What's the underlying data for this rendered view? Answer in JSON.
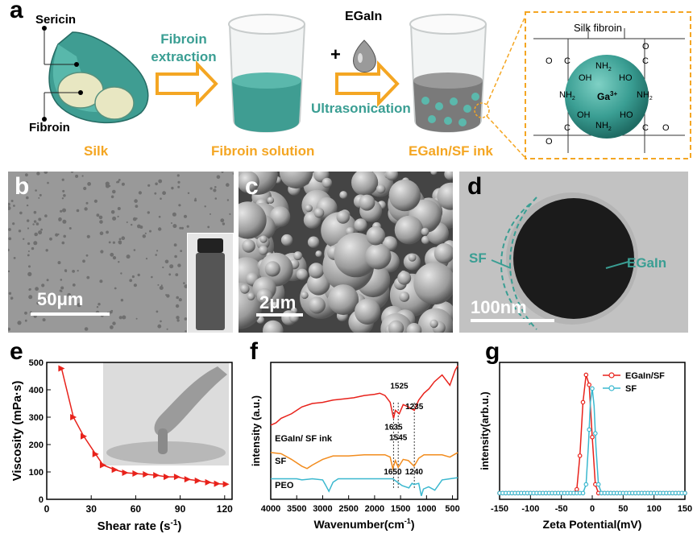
{
  "panel_a": {
    "letter": "a",
    "sericin": "Sericin",
    "fibroin": "Fibroin",
    "silk": "Silk",
    "arrow1_label_line1": "Fibroin",
    "arrow1_label_line2": "extraction",
    "fibroin_solution": "Fibroin solution",
    "egain": "EGaIn",
    "plus": "+",
    "ultrasonication": "Ultrasonication",
    "ink": "EGaIn/SF ink",
    "inset_title": "Silk fibroin",
    "ga_label": "Ga",
    "ga_sup": "3+",
    "chem": {
      "nh2": "NH",
      "oh": "OH",
      "ho": "HO",
      "c": "C",
      "o": "O"
    },
    "colors": {
      "orange": "#f4a623",
      "teal": "#3a9e93"
    }
  },
  "panel_b": {
    "letter": "b",
    "scale": "50μm"
  },
  "panel_c": {
    "letter": "c",
    "scale": "2μm"
  },
  "panel_d": {
    "letter": "d",
    "scale": "100nm",
    "label_sf": "SF",
    "label_egain": "EGaIn"
  },
  "panel_e": {
    "letter": "e"
  },
  "panel_f": {
    "letter": "f"
  },
  "panel_g": {
    "letter": "g"
  },
  "chart_data": [
    {
      "panel": "e",
      "type": "line",
      "xlabel": "Shear rate (s",
      "xlabel_sup": "-1",
      "xlabel_end": ")",
      "ylabel": "Viscosity (mPa·s)",
      "xlim": [
        0,
        125
      ],
      "ylim": [
        0,
        500
      ],
      "xticks": [
        0,
        30,
        60,
        90,
        120
      ],
      "yticks": [
        0,
        100,
        200,
        300,
        400,
        500
      ],
      "color": "#e8221b",
      "x": [
        10,
        18,
        25,
        33,
        38,
        46,
        53,
        60,
        67,
        74,
        81,
        88,
        95,
        102,
        109,
        115,
        121
      ],
      "y": [
        478,
        300,
        230,
        165,
        125,
        108,
        97,
        94,
        91,
        88,
        82,
        82,
        73,
        68,
        62,
        57,
        55
      ]
    },
    {
      "panel": "f",
      "type": "line",
      "xlabel": "Wavenumber(cm",
      "xlabel_sup": "-1",
      "xlabel_end": ")",
      "ylabel": "intensity (a.u.)",
      "xlim": [
        4000,
        400
      ],
      "xticks": [
        4000,
        3500,
        3000,
        2500,
        2000,
        1500,
        1000,
        500
      ],
      "series": [
        {
          "name": "EGaIn/ SF ink",
          "color": "#e8221b",
          "x": [
            4000,
            3900,
            3800,
            3600,
            3400,
            3200,
            3000,
            2800,
            2600,
            2400,
            2200,
            2000,
            1900,
            1800,
            1700,
            1635,
            1600,
            1525,
            1450,
            1350,
            1235,
            1150,
            1050,
            950,
            850,
            700,
            550,
            450,
            400
          ],
          "y": [
            0.6,
            0.62,
            0.66,
            0.7,
            0.76,
            0.79,
            0.8,
            0.82,
            0.83,
            0.84,
            0.86,
            0.87,
            0.88,
            0.86,
            0.8,
            0.66,
            0.73,
            0.7,
            0.78,
            0.76,
            0.73,
            0.82,
            0.88,
            0.92,
            0.98,
            1.04,
            0.95,
            1.08,
            1.12
          ]
        },
        {
          "name": "SF",
          "color": "#f28c1e",
          "x": [
            4000,
            3800,
            3600,
            3400,
            3300,
            3200,
            3000,
            2800,
            2500,
            2200,
            2000,
            1800,
            1700,
            1650,
            1600,
            1545,
            1450,
            1350,
            1240,
            1150,
            1050,
            900,
            700,
            550,
            400
          ],
          "y": [
            0.36,
            0.35,
            0.3,
            0.24,
            0.22,
            0.25,
            0.3,
            0.33,
            0.33,
            0.34,
            0.34,
            0.34,
            0.32,
            0.22,
            0.29,
            0.23,
            0.3,
            0.29,
            0.24,
            0.31,
            0.34,
            0.34,
            0.34,
            0.32,
            0.36
          ]
        },
        {
          "name": "PEO",
          "color": "#3bb8cf",
          "x": [
            4000,
            3800,
            3500,
            3400,
            3200,
            3000,
            2950,
            2880,
            2800,
            2700,
            2500,
            2200,
            2000,
            1800,
            1650,
            1470,
            1340,
            1280,
            1240,
            1150,
            1100,
            1060,
            960,
            840,
            700,
            550,
            400
          ],
          "y": [
            0.13,
            0.13,
            0.13,
            0.12,
            0.13,
            0.12,
            0.08,
            0.02,
            0.1,
            0.13,
            0.13,
            0.13,
            0.13,
            0.13,
            0.13,
            0.07,
            0.05,
            0.09,
            0.08,
            0.09,
            -0.02,
            0.04,
            0.06,
            0.03,
            0.12,
            0.13,
            0.14
          ]
        }
      ],
      "annotations": [
        {
          "text": "1525",
          "x": 1525,
          "y": 0.92
        },
        {
          "text": "1635",
          "x": 1635,
          "y": 0.56
        },
        {
          "text": "1235",
          "x": 1235,
          "y": 0.74
        },
        {
          "text": "1545",
          "x": 1545,
          "y": 0.47
        },
        {
          "text": "1650",
          "x": 1650,
          "y": 0.17
        },
        {
          "text": "1240",
          "x": 1240,
          "y": 0.17
        }
      ],
      "series_labels": [
        {
          "text": "EGaIn/ SF ink",
          "x": 3920,
          "y": 0.46
        },
        {
          "text": "SF",
          "x": 3920,
          "y": 0.26
        },
        {
          "text": "PEO",
          "x": 3920,
          "y": 0.05
        }
      ]
    },
    {
      "panel": "g",
      "type": "line",
      "xlabel": "Zeta Potential(mV)",
      "ylabel": "intensity(arb.u.)",
      "xlim": [
        -150,
        150
      ],
      "ylim": [
        0,
        1.1
      ],
      "xticks": [
        -150,
        -100,
        -50,
        0,
        50,
        100,
        150
      ],
      "legend": "top-right",
      "series": [
        {
          "name": "EGaIn/SF",
          "color": "#e8221b",
          "x": [
            -150,
            -30,
            -25,
            -20,
            -15,
            -10,
            -5,
            0,
            5,
            10,
            150
          ],
          "y": [
            0.05,
            0.05,
            0.08,
            0.35,
            0.78,
            1.0,
            0.92,
            0.5,
            0.12,
            0.05,
            0.05
          ]
        },
        {
          "name": "SF",
          "color": "#3bb8cf",
          "x": [
            -150,
            -15,
            -10,
            -6,
            -3,
            0,
            3,
            6,
            10,
            15,
            150
          ],
          "y": [
            0.05,
            0.05,
            0.12,
            0.45,
            0.78,
            0.89,
            0.75,
            0.42,
            0.12,
            0.05,
            0.05
          ]
        }
      ]
    }
  ]
}
